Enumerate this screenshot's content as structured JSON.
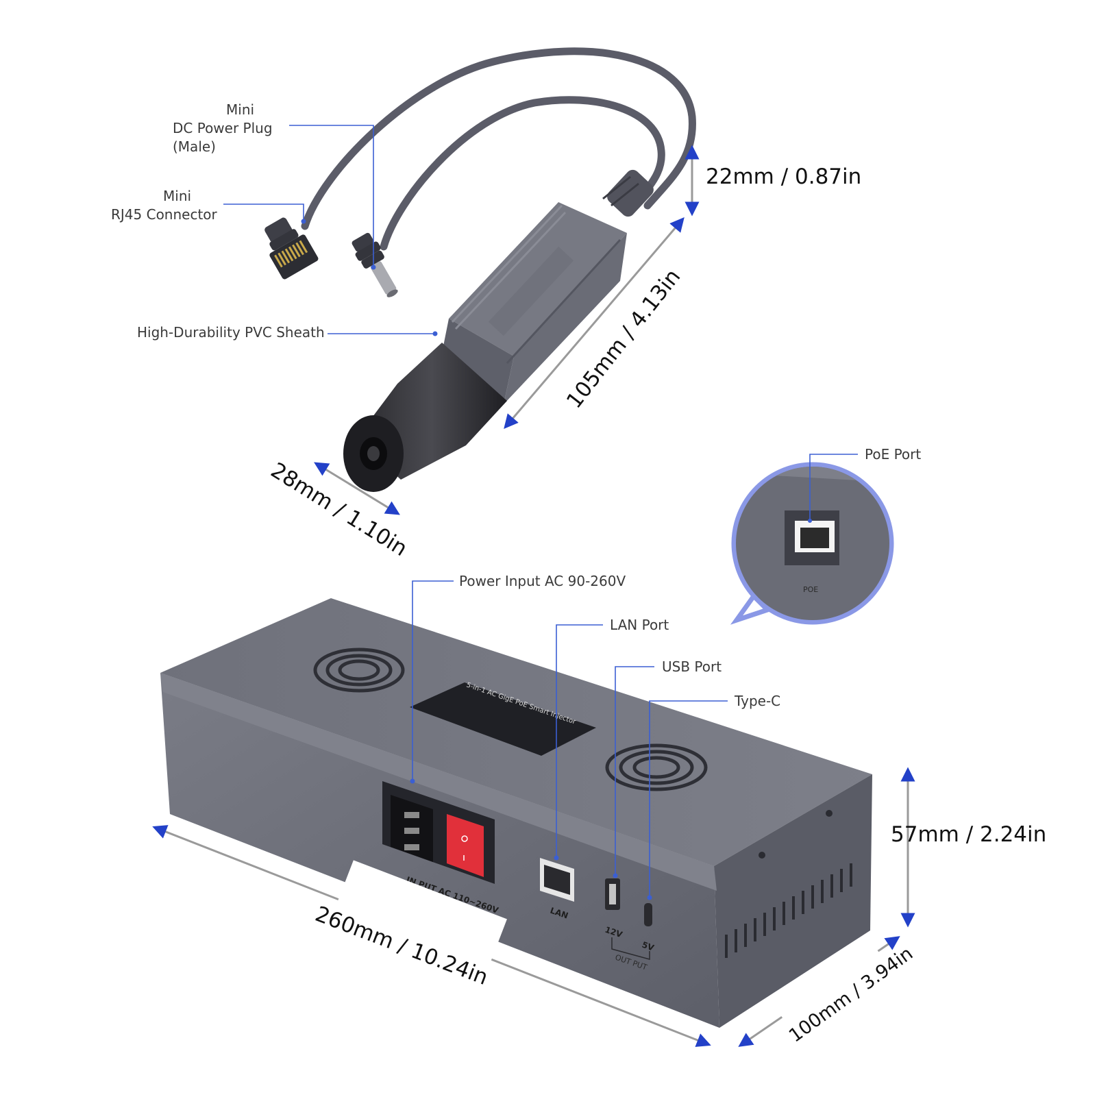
{
  "colors": {
    "callout_line": "#3b5fd3",
    "arrow": "#2341c8",
    "device_body": "#6c6e78",
    "cable": "#5b5c68",
    "switch_red": "#e1303a",
    "bubble_ring": "#8a98e6"
  },
  "callouts": {
    "dc_plug": {
      "line1": "Mini",
      "line2": "DC Power Plug",
      "line3": "(Male)"
    },
    "rj45": {
      "line1": "Mini",
      "line2": "RJ45 Connector"
    },
    "sheath": "High-Durability PVC Sheath",
    "poe_port": "PoE Port",
    "power_input": "Power Input AC 90-260V",
    "lan_port": "LAN Port",
    "usb_port": "USB Port",
    "type_c": "Type-C"
  },
  "dimensions": {
    "cable_width": "22mm / 0.87in",
    "adapter_length": "105mm / 4.13in",
    "adapter_diameter": "28mm / 1.10in",
    "box_height": "57mm / 2.24in",
    "box_length": "260mm / 10.24in",
    "box_depth": "100mm / 3.94in"
  },
  "device_markings": {
    "input": "IN PUT  AC 110~260V",
    "lan": "LAN",
    "usb_12v": "12V",
    "typec_5v": "5V",
    "output": "OUT PUT",
    "poe": "POE",
    "label_title": "5-in-1 AC GigE PoE Smart Injector"
  }
}
